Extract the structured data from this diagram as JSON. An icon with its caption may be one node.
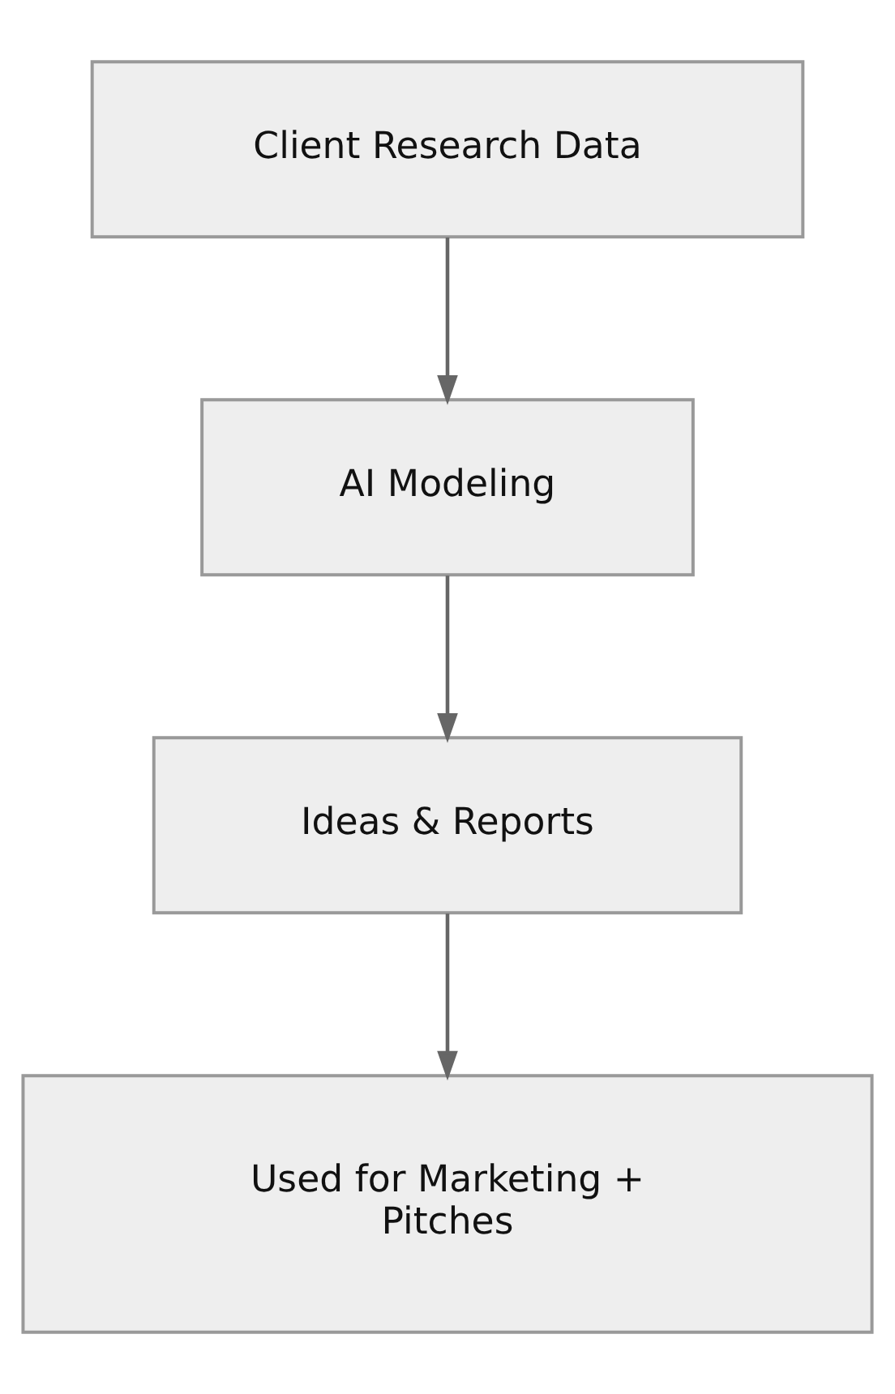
{
  "diagram": {
    "nodes": [
      {
        "text": [
          "Client Research Data"
        ]
      },
      {
        "text": [
          "AI Modeling"
        ]
      },
      {
        "text": [
          "Ideas & Reports"
        ]
      },
      {
        "text": [
          "Used for Marketing + Pitches"
        ]
      }
    ],
    "edges": [
      {
        "from": 0,
        "to": 1,
        "arrow": "to"
      },
      {
        "from": 1,
        "to": 2,
        "arrow": "to"
      },
      {
        "from": 2,
        "to": 3,
        "arrow": "to"
      }
    ]
  }
}
